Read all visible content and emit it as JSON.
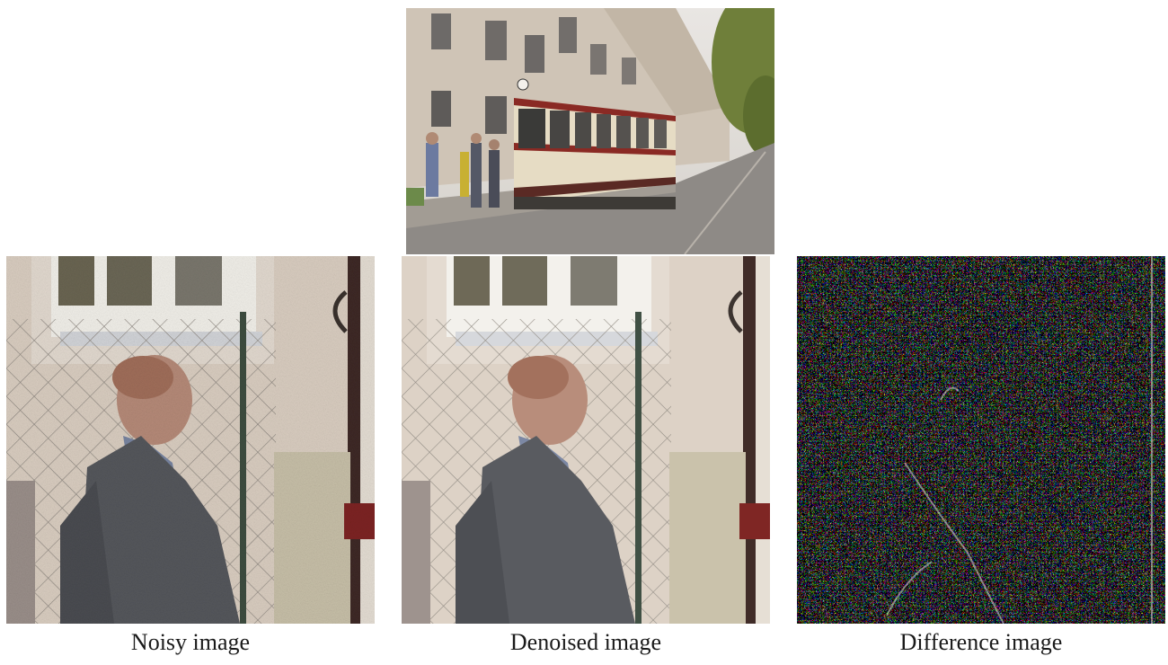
{
  "figure": {
    "captions": {
      "noisy": "Noisy image",
      "denoised": "Denoised image",
      "difference": "Difference image"
    },
    "colors": {
      "wall": "#d9cdc0",
      "window_frame": "#f1efe9",
      "jacket": "#55575c",
      "skin": "#b58a78",
      "tram_cream": "#e6dcc4",
      "tram_red": "#8a2a24",
      "road": "#8e8a86"
    }
  }
}
